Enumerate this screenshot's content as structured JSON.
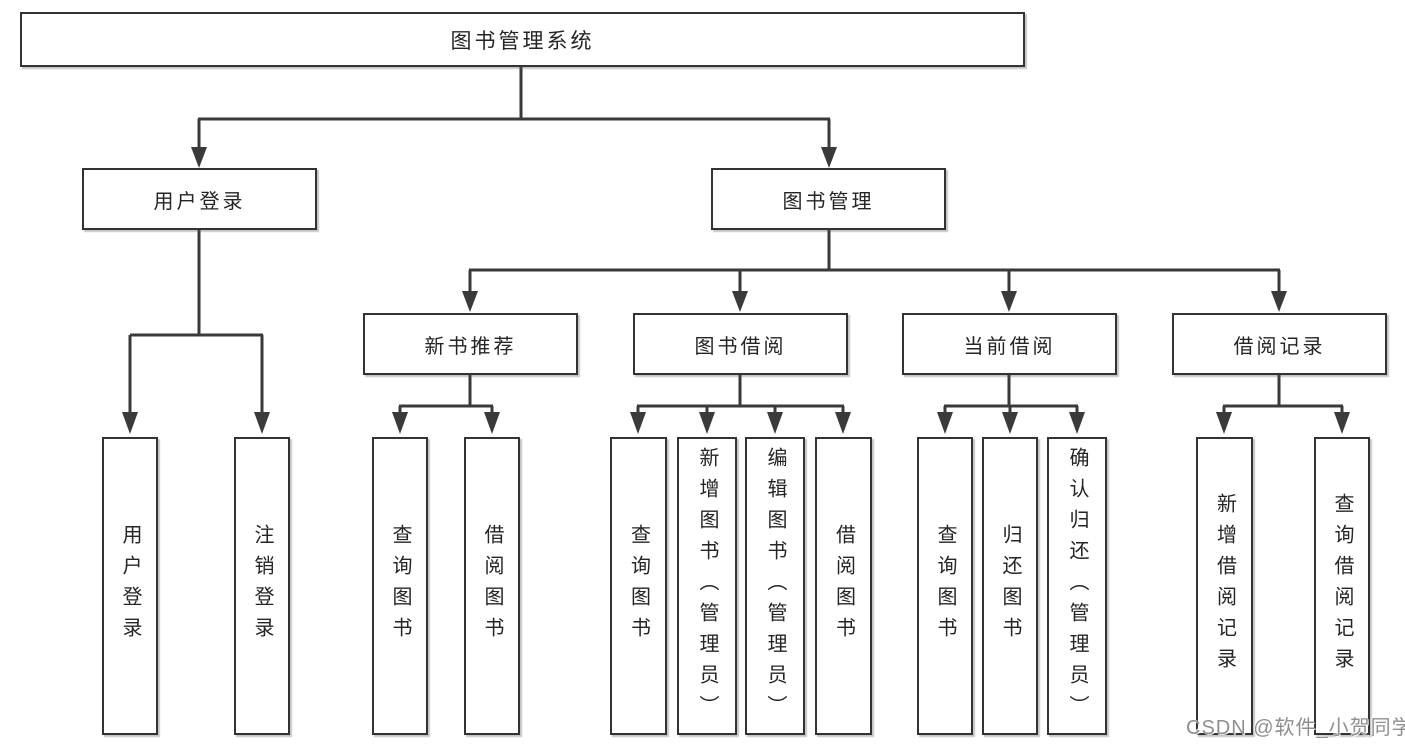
{
  "diagram_title": "图书管理系统",
  "colors": {
    "line": "#3a3a3a",
    "box_border": "#333333",
    "box_fill": "#ffffff",
    "text": "#252525",
    "watermark": "#8f8f8f"
  },
  "watermark": {
    "text": "CSDN @软件_小贺同学"
  },
  "tree": {
    "label": "图书管理系统",
    "children": [
      {
        "label": "用户登录",
        "children": [
          {
            "label": "用户登录"
          },
          {
            "label": "注销登录"
          }
        ]
      },
      {
        "label": "图书管理",
        "children": [
          {
            "label": "新书推荐",
            "children": [
              {
                "label": "查询图书"
              },
              {
                "label": "借阅图书"
              }
            ]
          },
          {
            "label": "图书借阅",
            "children": [
              {
                "label": "查询图书"
              },
              {
                "label": "新增图书（管理员）"
              },
              {
                "label": "编辑图书（管理员）"
              },
              {
                "label": "借阅图书"
              }
            ]
          },
          {
            "label": "当前借阅",
            "children": [
              {
                "label": "查询图书"
              },
              {
                "label": "归还图书"
              },
              {
                "label": "确认归还（管理员）"
              }
            ]
          },
          {
            "label": "借阅记录",
            "children": [
              {
                "label": "新增借阅记录"
              },
              {
                "label": "查询借阅记录"
              }
            ]
          }
        ]
      }
    ]
  }
}
